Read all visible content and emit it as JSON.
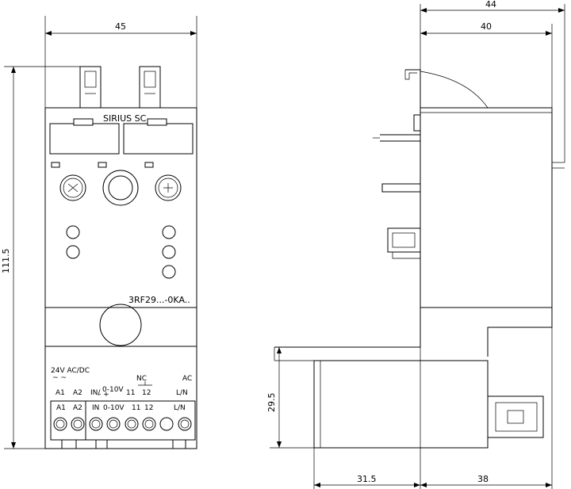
{
  "dimensions": {
    "front_width": "45",
    "front_height": "111.5",
    "side_total_depth": "44",
    "side_body_depth": "40",
    "side_lower_height": "29.5",
    "side_bottom_left": "31.5",
    "side_bottom_right": "38"
  },
  "front_labels": {
    "brand": "SIRIUS SC",
    "part_number": "3RF29...-0KA..",
    "supply": "24V AC/DC",
    "supply_symbols": "~  ~",
    "nc": "NC",
    "ac": "AC",
    "upper_terminals": [
      "A1",
      "A2",
      "IN/",
      "0-10V",
      "11",
      "12",
      "L/N"
    ],
    "lower_terminals": [
      "A1",
      "A2",
      "IN",
      "0-10V",
      "11",
      "12",
      "L/N"
    ],
    "minus_plus": "-   +"
  }
}
